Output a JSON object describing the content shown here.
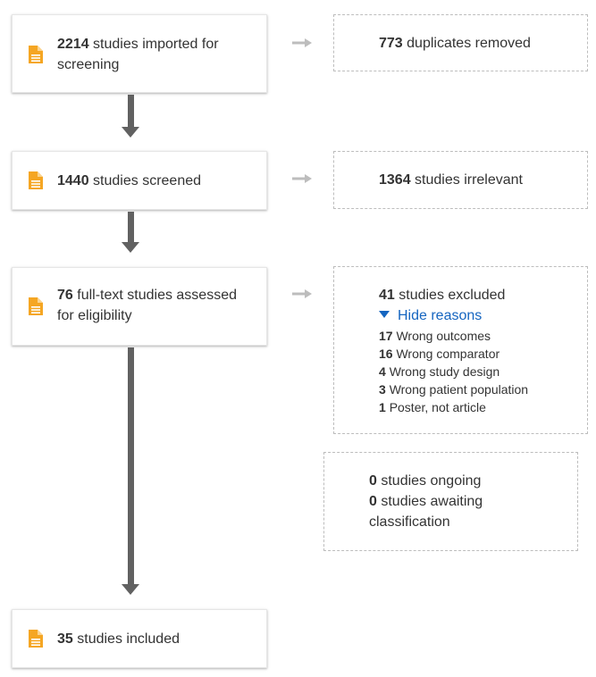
{
  "flow": {
    "imported": {
      "count": "2214",
      "text": "studies imported for screening",
      "icon": "document-icon"
    },
    "duplicates": {
      "count": "773",
      "text": "duplicates removed"
    },
    "screened": {
      "count": "1440",
      "text": "studies screened",
      "icon": "document-icon"
    },
    "irrelevant": {
      "count": "1364",
      "text": "studies irrelevant"
    },
    "fulltext": {
      "count": "76",
      "text": "full-text studies assessed for eligibility",
      "icon": "document-icon"
    },
    "excluded": {
      "count": "41",
      "text": "studies excluded",
      "toggle_label": "Hide reasons",
      "reasons": [
        {
          "count": "17",
          "text": "Wrong outcomes"
        },
        {
          "count": "16",
          "text": "Wrong comparator"
        },
        {
          "count": "4",
          "text": "Wrong study design"
        },
        {
          "count": "3",
          "text": "Wrong patient population"
        },
        {
          "count": "1",
          "text": "Poster, not article"
        }
      ]
    },
    "ongoing": {
      "count": "0",
      "text": "studies ongoing"
    },
    "awaiting": {
      "count": "0",
      "text": "studies awaiting classification"
    },
    "included": {
      "count": "35",
      "text": "studies included",
      "icon": "document-icon"
    }
  },
  "colors": {
    "doc_icon": "#f5a623",
    "arrow_main": "#616161",
    "arrow_side": "#bdbdbd",
    "link": "#1565c0"
  }
}
